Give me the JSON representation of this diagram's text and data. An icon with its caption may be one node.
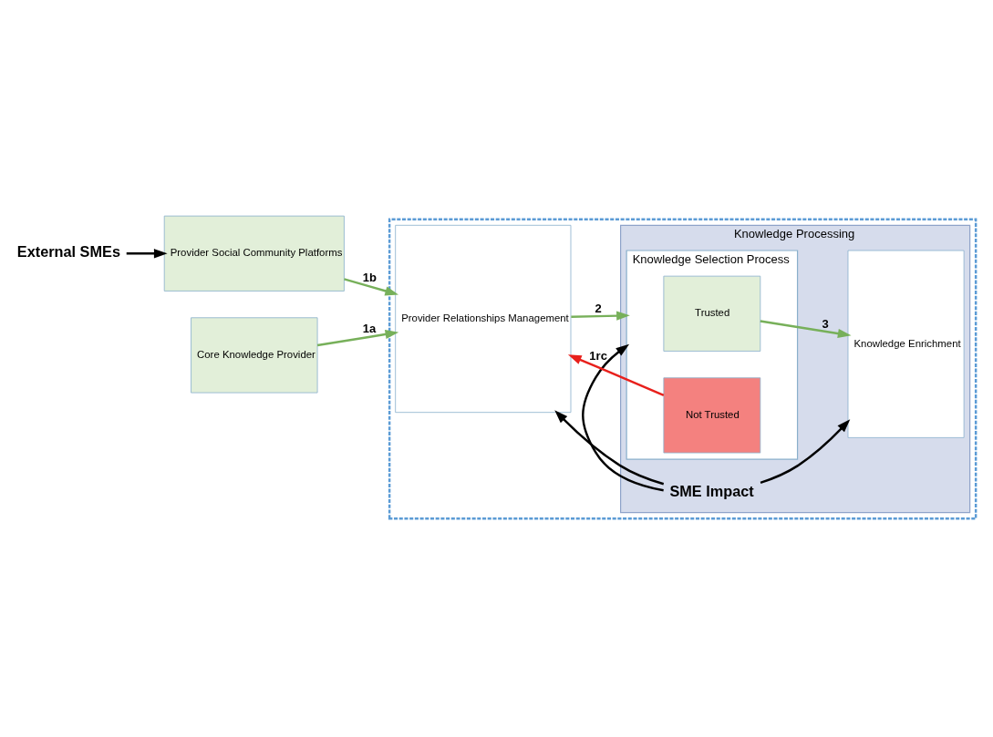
{
  "diagram": {
    "nodes": [
      {
        "text": [],
        "shape": "box"
      },
      {
        "text": [
          "Knowledge Processing"
        ],
        "in": 0
      },
      {
        "text": [
          "External SMEs"
        ]
      },
      {
        "text": [
          "Provider Social Community Platforms"
        ]
      },
      {
        "text": [
          "Core Knowledge Provider"
        ]
      },
      {
        "text": [
          "Provider Relationships Management"
        ],
        "in": 0
      },
      {
        "text": [
          "SME Impact"
        ],
        "in": 1
      },
      {
        "text": [
          "Knowledge Selection Process"
        ],
        "in": 1
      },
      {
        "text": [
          "Trusted"
        ],
        "in": 7
      },
      {
        "text": [
          "Not Trusted"
        ],
        "in": 7
      },
      {
        "text": [
          "Knowledge Enrichment"
        ],
        "in": 1
      }
    ],
    "edges": [
      {
        "from": 2,
        "to": 3,
        "arrow": "to"
      },
      {
        "from": 3,
        "to": 5,
        "arrow": "to",
        "label": "1b",
        "color": "#77b05a"
      },
      {
        "from": 4,
        "to": 5,
        "arrow": "to",
        "label": "1a",
        "color": "#77b05a"
      },
      {
        "from": 5,
        "to": 7,
        "arrow": "to",
        "label": "2",
        "color": "#77b05a"
      },
      {
        "from": 8,
        "to": 10,
        "arrow": "to",
        "label": "3",
        "color": "#77b05a"
      },
      {
        "from": 9,
        "to": 5,
        "arrow": "to",
        "label": "1rc",
        "color": "#e8201c"
      },
      {
        "from": 6,
        "to": 5,
        "arrow": "to"
      },
      {
        "from": 6,
        "to": 7,
        "arrow": "to"
      },
      {
        "from": 6,
        "to": 10,
        "arrow": "to"
      }
    ]
  }
}
